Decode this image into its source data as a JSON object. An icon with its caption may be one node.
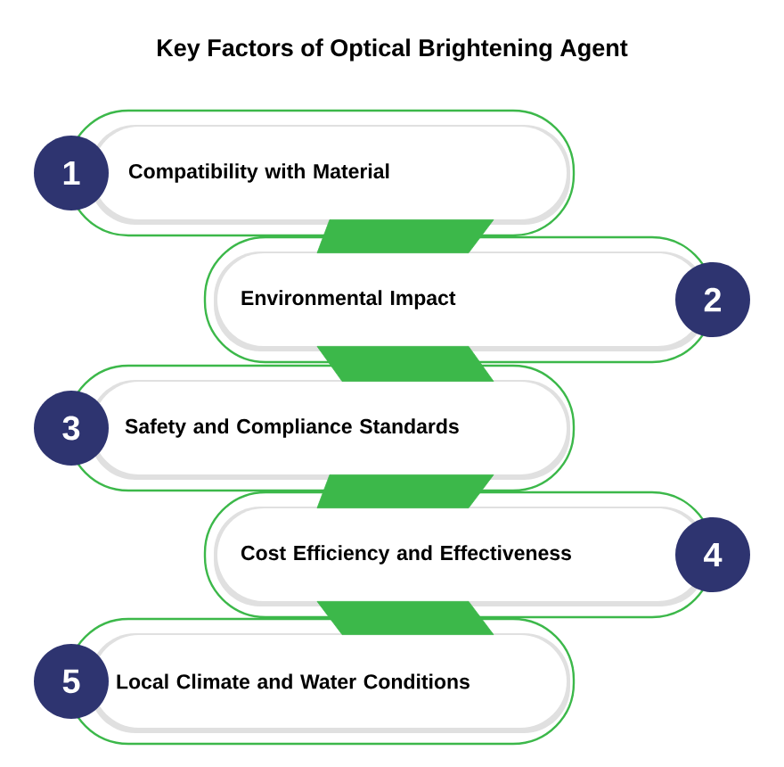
{
  "diagram": {
    "title": "Key Factors of Optical Brightening Agent",
    "nodes": [
      {
        "text": [
          "1"
        ]
      },
      {
        "text": [
          "Compatibility with Material"
        ]
      },
      {
        "text": [
          "Environmental Impact"
        ]
      },
      {
        "text": [
          "2"
        ]
      },
      {
        "text": [
          "3"
        ]
      },
      {
        "text": [
          "Safety and Compliance Standards"
        ]
      },
      {
        "text": [
          "Cost Efficiency and Effectiveness"
        ]
      },
      {
        "text": [
          "4"
        ]
      },
      {
        "text": [
          "5"
        ]
      },
      {
        "text": [
          "Local Climate and Water Conditions"
        ]
      }
    ],
    "edges": [
      {
        "from": 1,
        "to": 2,
        "arrow": "none"
      },
      {
        "from": 2,
        "to": 5,
        "arrow": "none"
      },
      {
        "from": 5,
        "to": 6,
        "arrow": "none"
      },
      {
        "from": 6,
        "to": 9,
        "arrow": "none"
      }
    ]
  }
}
